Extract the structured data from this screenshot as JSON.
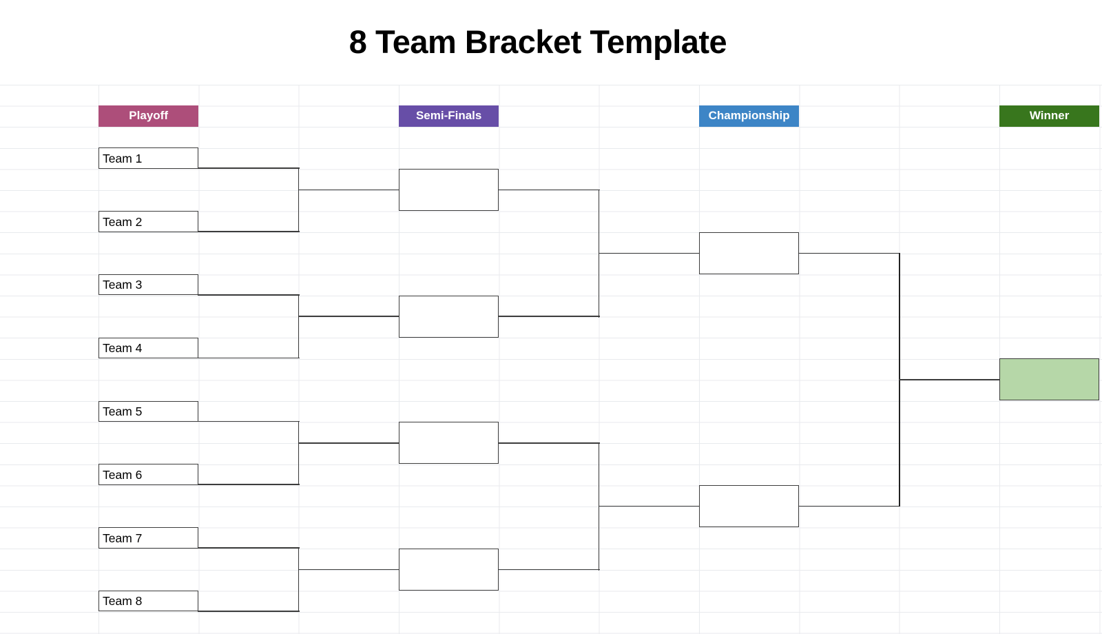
{
  "title": "8 Team Bracket Template",
  "rounds": [
    {
      "label": "Playoff",
      "color": "#ad4e7a"
    },
    {
      "label": "Semi-Finals",
      "color": "#674ea7"
    },
    {
      "label": "Championship",
      "color": "#3d85c6"
    },
    {
      "label": "Winner",
      "color": "#38761d"
    }
  ],
  "teams": [
    "Team 1",
    "Team 2",
    "Team 3",
    "Team 4",
    "Team 5",
    "Team 6",
    "Team 7",
    "Team 8"
  ],
  "matches": {
    "semifinal_slots": [
      "",
      "",
      "",
      ""
    ],
    "championship_slots": [
      "",
      ""
    ],
    "winner_slot": ""
  },
  "winner_box_fill": "#b6d7a8",
  "colors": {
    "gridline": "#e8eaed",
    "bracket_line": "#3c3c3c",
    "page_background": "#ffffff",
    "title_text": "#000000",
    "header_text": "#ffffff"
  }
}
